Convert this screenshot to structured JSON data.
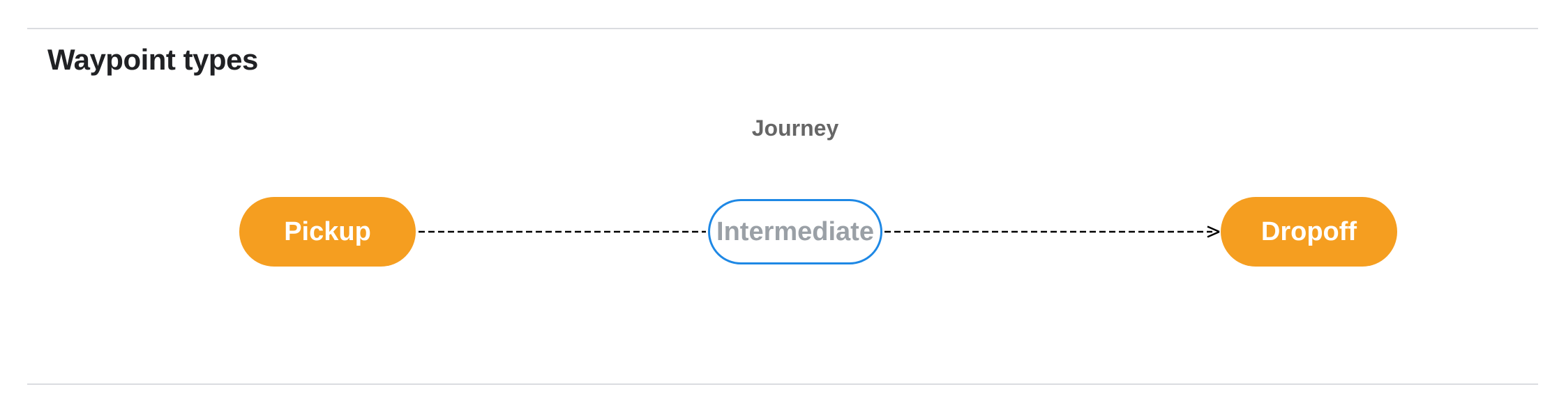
{
  "page": {
    "title": "Waypoint types"
  },
  "diagram": {
    "label": "Journey",
    "nodes": [
      {
        "id": "pickup",
        "label": "Pickup",
        "type": "terminal"
      },
      {
        "id": "intermediate",
        "label": "Intermediate",
        "type": "intermediate"
      },
      {
        "id": "dropoff",
        "label": "Dropoff",
        "type": "terminal"
      }
    ],
    "connections": [
      {
        "from": "pickup",
        "to": "intermediate",
        "style": "dashed",
        "arrowhead": false
      },
      {
        "from": "intermediate",
        "to": "dropoff",
        "style": "dashed",
        "arrowhead": true
      }
    ],
    "colors": {
      "terminal_fill": "#F59E20",
      "terminal_text": "#FFFFFF",
      "intermediate_border": "#1E88E5",
      "intermediate_text": "#9AA0A6",
      "connector": "#000000",
      "journey_label": "#666666",
      "title": "#202124",
      "divider": "#DADCE0"
    }
  }
}
